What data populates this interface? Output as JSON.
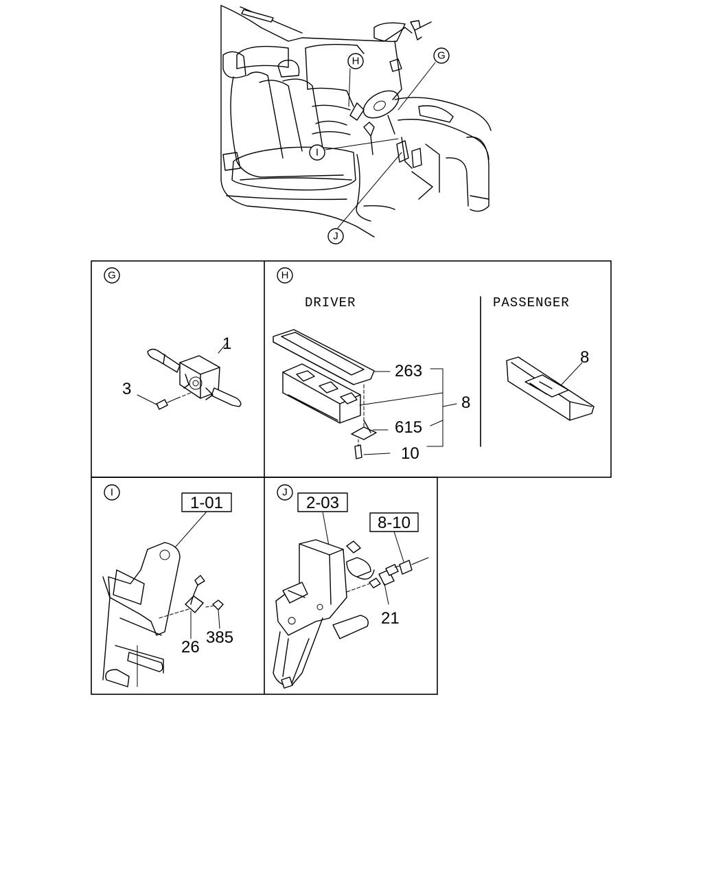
{
  "overview": {
    "callouts": [
      "G",
      "H",
      "I",
      "J"
    ]
  },
  "panels": {
    "g": {
      "tag": "G",
      "parts": [
        "1",
        "3"
      ]
    },
    "h": {
      "tag": "H",
      "driver_label": "DRIVER",
      "passenger_label": "PASSENGER",
      "parts": [
        "263",
        "8",
        "615",
        "10",
        "8"
      ]
    },
    "i": {
      "tag": "I",
      "ref_box": "1-01",
      "parts": [
        "26",
        "385"
      ]
    },
    "j": {
      "tag": "J",
      "ref_boxes": [
        "2-03",
        "8-10"
      ],
      "parts": [
        "21"
      ]
    }
  }
}
